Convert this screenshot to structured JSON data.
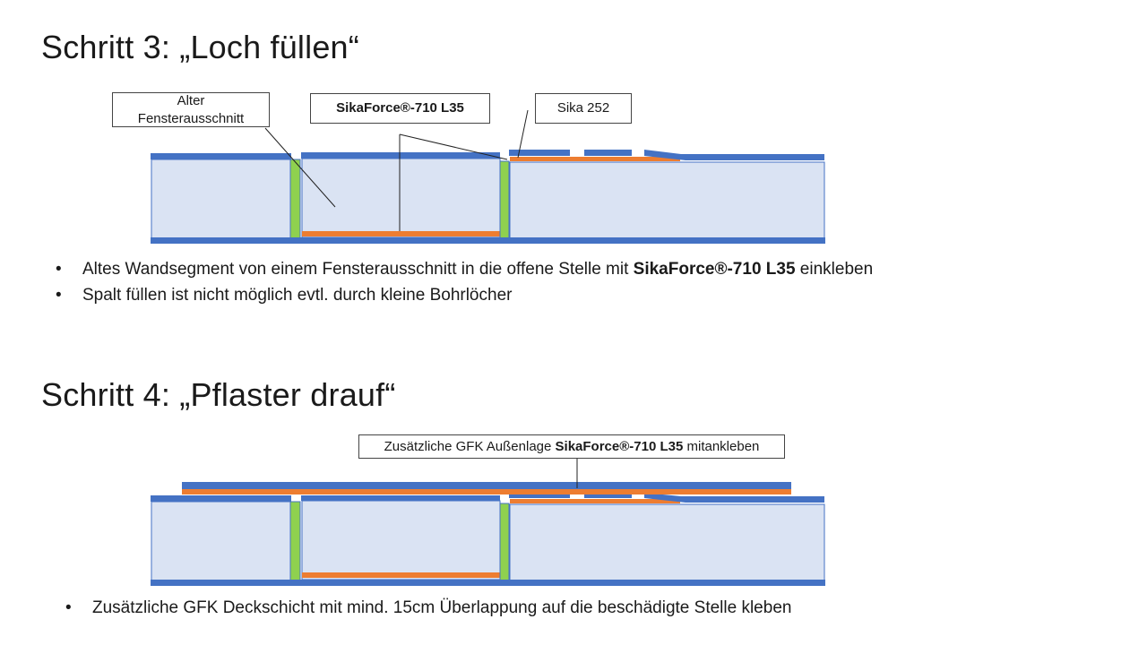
{
  "colors": {
    "blue": "#4472C4",
    "panel": "#DAE3F3",
    "green": "#8FD14F",
    "orange": "#ED7D31"
  },
  "step3": {
    "title": "Schritt 3: „Loch füllen“",
    "labels": {
      "alter_line1": "Alter",
      "alter_line2": "Fensterausschnitt",
      "sikaforce": "SikaForce®-710 L35",
      "sika252": "Sika 252"
    },
    "bullets": {
      "b1_pre": "Altes Wandsegment von einem Fensterausschnitt in die offene Stelle mit ",
      "b1_bold": "SikaForce®-710 L35",
      "b1_post": " einkleben",
      "b2": "Spalt füllen ist nicht möglich evtl. durch kleine Bohrlöcher"
    }
  },
  "step4": {
    "title": "Schritt 4: „Pflaster drauf“",
    "label": {
      "pre": "Zusätzliche GFK Außenlage ",
      "bold": "SikaForce®-710 L35",
      "post": " mitankleben"
    },
    "bullets": {
      "b1": "Zusätzliche GFK Deckschicht mit mind. 15cm Überlappung auf die beschädigte Stelle kleben"
    }
  }
}
